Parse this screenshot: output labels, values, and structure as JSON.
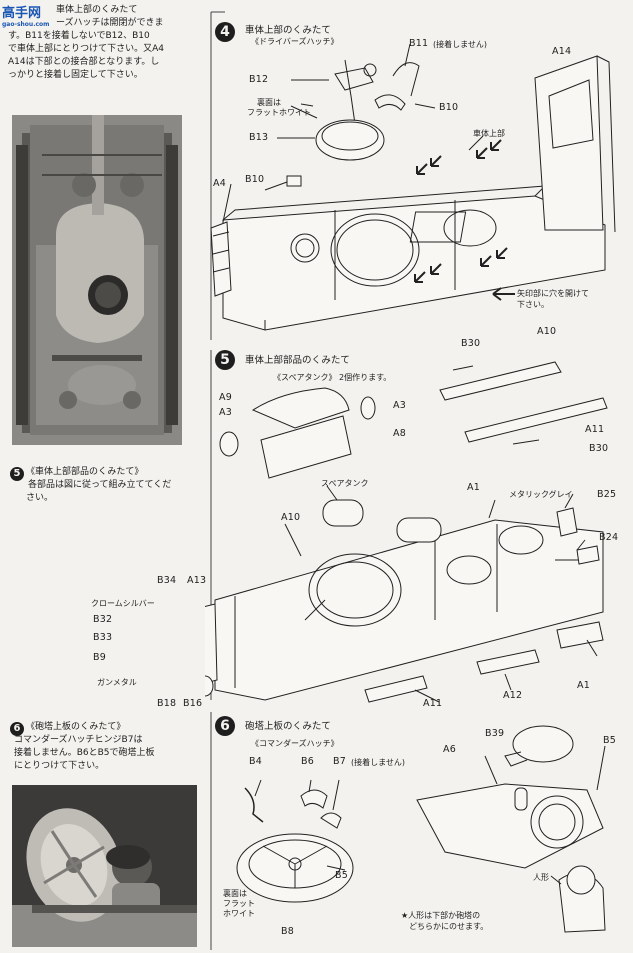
{
  "watermark": {
    "brand": "高手网",
    "url": "gao-shou.com"
  },
  "intro": {
    "lines": [
      "車体上部のくみたて",
      "ーズハッチは開閉ができま",
      "す。B11を接着しないでB12、B10",
      "で車体上部にとりつけて下さい。又A4",
      "A14は下部との接合部となります。し",
      "っかりと接着し固定して下さい。"
    ]
  },
  "left_step5": {
    "num": "5",
    "title": "《車体上部部品のくみたて》",
    "lines": [
      "各部品は図に従って組み立ててくだ",
      "さい。"
    ]
  },
  "left_step6": {
    "num": "6",
    "title": "《砲塔上板のくみたて》",
    "lines": [
      "コマンダーズハッチヒンジB7は",
      "接着しません。B6とB5で砲塔上板",
      "にとりつけて下さい。"
    ]
  },
  "step4": {
    "num": "4",
    "title": "車体上部のくみたて",
    "subtitle": "《ドライバーズハッチ》",
    "labels": {
      "b11": "B11",
      "b11_note": "(接着しません)",
      "a14": "A14",
      "b12": "B12",
      "paint_note_1": "裏面は",
      "paint_note_2": "フラットホワイト",
      "b10": "B10",
      "b13": "B13",
      "hull_upper": "車体上部",
      "a4": "A4",
      "b10b": "B10",
      "arrow_note_1": "矢印部に穴を開けて",
      "arrow_note_2": "下さい。"
    }
  },
  "step5": {
    "num": "5",
    "title": "車体上部部品のくみたて",
    "subtitle": "《スペアタンク》 2個作ります。",
    "labels": {
      "b30": "B30",
      "a10": "A10",
      "a9": "A9",
      "a3": "A3",
      "a3b": "A3",
      "a8": "A8",
      "a11": "A11",
      "b30b": "B30",
      "spare_tank": "スペアタンク",
      "a1": "A1",
      "metallic_gray": "メタリックグレイ",
      "b25": "B25",
      "a10b": "A10",
      "b24": "B24",
      "b34": "B34",
      "a13": "A13",
      "chrome_silver": "クロームシルバー",
      "b32": "B32",
      "b33": "B33",
      "b9": "B9",
      "gunmetal": "ガンメタル",
      "b18": "B18",
      "b16": "B16",
      "a11b": "A11",
      "a12": "A12",
      "a1b": "A1"
    }
  },
  "step6": {
    "num": "6",
    "title": "砲塔上板のくみたて",
    "subtitle": "《コマンダーズハッチ》",
    "labels": {
      "b4": "B4",
      "b6": "B6",
      "b7": "B7",
      "b7_note": "(接着しません)",
      "a6": "A6",
      "b39": "B39",
      "b5": "B5",
      "b5b": "B5",
      "paint_note_1": "裏面は",
      "paint_note_2": "フラット",
      "paint_note_3": "ホワイト",
      "b8": "B8",
      "figure": "人形",
      "figure_note_1": "★人形は下部か砲塔の",
      "figure_note_2": "どちらかにのせます。"
    }
  }
}
